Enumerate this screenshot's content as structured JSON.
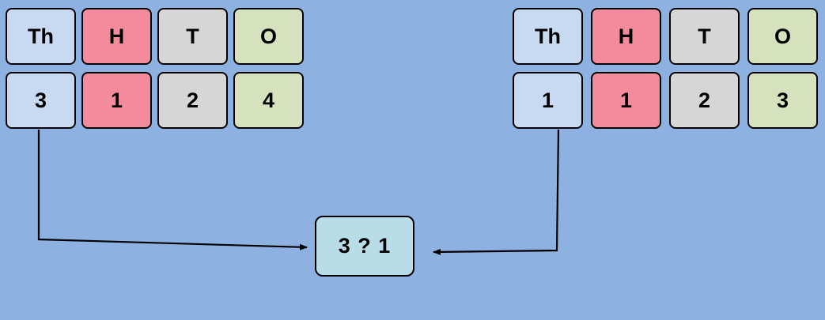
{
  "left_chart": {
    "headers": {
      "th": "Th",
      "h": "H",
      "t": "T",
      "o": "O"
    },
    "digits": {
      "th": "3",
      "h": "1",
      "t": "2",
      "o": "4"
    }
  },
  "right_chart": {
    "headers": {
      "th": "Th",
      "h": "H",
      "t": "T",
      "o": "O"
    },
    "digits": {
      "th": "1",
      "h": "1",
      "t": "2",
      "o": "3"
    }
  },
  "comparison": {
    "text": "3 ? 1"
  },
  "colors": {
    "background": "#8db1e1",
    "thousands": "#c8daf2",
    "hundreds": "#f48b9c",
    "tens": "#d6d6d6",
    "ones": "#d5e2bd",
    "comparison_box": "#b9dde8"
  }
}
